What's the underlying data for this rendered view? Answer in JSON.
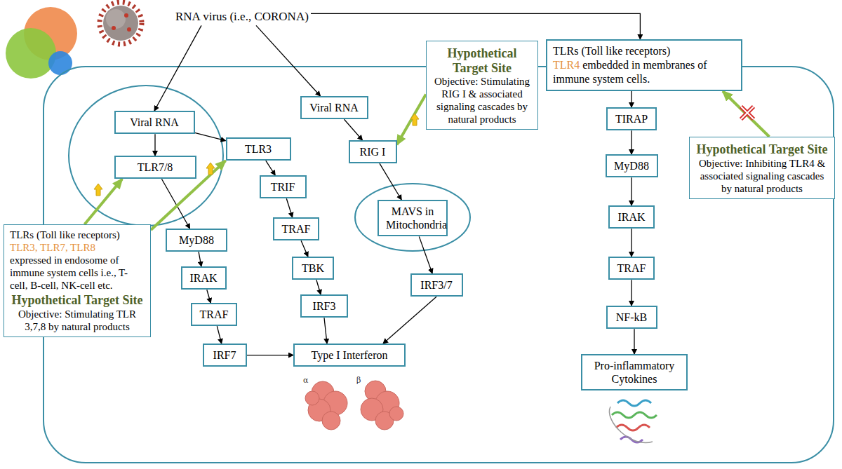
{
  "diagram": {
    "nodes": [
      {
        "text": [
          "RNA virus (i.e., CORONA)"
        ]
      },
      {
        "text": [
          "Viral RNA"
        ]
      },
      {
        "text": [
          "TLR7/8"
        ]
      },
      {
        "text": [
          "TLR3"
        ]
      },
      {
        "text": [
          "MyD88"
        ]
      },
      {
        "text": [
          "IRAK"
        ]
      },
      {
        "text": [
          "TRAF"
        ]
      },
      {
        "text": [
          "IRF7"
        ]
      },
      {
        "text": [
          "TRIF"
        ]
      },
      {
        "text": [
          "TRAF"
        ]
      },
      {
        "text": [
          "TBK"
        ]
      },
      {
        "text": [
          "IRF3"
        ]
      },
      {
        "text": [
          "Type I Interferon"
        ]
      },
      {
        "text": [
          "Viral RNA"
        ]
      },
      {
        "text": [
          "RIG I"
        ]
      },
      {
        "text": [
          "MAVS in Mitochondria"
        ]
      },
      {
        "text": [
          "IRF3/7"
        ]
      },
      {
        "text": [
          "TLRs (Toll like receptors)",
          "TLR4",
          "embedded in membranes of immune system cells."
        ]
      },
      {
        "text": [
          "TIRAP"
        ]
      },
      {
        "text": [
          "MyD88"
        ]
      },
      {
        "text": [
          "IRAK"
        ]
      },
      {
        "text": [
          "TRAF"
        ]
      },
      {
        "text": [
          "NF-kB"
        ]
      },
      {
        "text": [
          "Pro-inflammatory Cytokines"
        ]
      },
      {
        "text": [
          "TLRs (Toll like receptors)",
          "TLR3, TLR7, TLR8",
          "expressed in endosome of immune system cells i.e., T-cell, B-cell, NK-cell etc.",
          "Hypothetical Target Site",
          "Objective: Stimulating TLR 3,7,8 by natural products"
        ]
      },
      {
        "text": [
          "Hypothetical Target Site",
          "Objective: Stimulating RIG I & associated signaling cascades by natural products"
        ]
      },
      {
        "text": [
          "Hypothetical Target Site",
          "Objective: Inhibiting TLR4 & associated signaling cascades by natural products"
        ]
      }
    ],
    "edges": [
      {
        "from": 0,
        "to": 17,
        "arrow": "to"
      },
      {
        "from": 0,
        "to": 1,
        "arrow": "to"
      },
      {
        "from": 0,
        "to": 13,
        "arrow": "to"
      },
      {
        "from": 1,
        "to": 2,
        "arrow": "to"
      },
      {
        "from": 1,
        "to": 3,
        "arrow": "to"
      },
      {
        "from": 2,
        "to": 4,
        "arrow": "to"
      },
      {
        "from": 4,
        "to": 5,
        "arrow": "to"
      },
      {
        "from": 5,
        "to": 6,
        "arrow": "to"
      },
      {
        "from": 6,
        "to": 7,
        "arrow": "to"
      },
      {
        "from": 7,
        "to": 12,
        "arrow": "to"
      },
      {
        "from": 3,
        "to": 8,
        "arrow": "to"
      },
      {
        "from": 8,
        "to": 9,
        "arrow": "to"
      },
      {
        "from": 9,
        "to": 10,
        "arrow": "to"
      },
      {
        "from": 10,
        "to": 11,
        "arrow": "to"
      },
      {
        "from": 11,
        "to": 12,
        "arrow": "to"
      },
      {
        "from": 13,
        "to": 14,
        "arrow": "to"
      },
      {
        "from": 14,
        "to": 15,
        "arrow": "to"
      },
      {
        "from": 15,
        "to": 16,
        "arrow": "to"
      },
      {
        "from": 16,
        "to": 12,
        "arrow": "to"
      },
      {
        "from": 17,
        "to": 18,
        "arrow": "to"
      },
      {
        "from": 18,
        "to": 19,
        "arrow": "to"
      },
      {
        "from": 19,
        "to": 20,
        "arrow": "to"
      },
      {
        "from": 20,
        "to": 21,
        "arrow": "to"
      },
      {
        "from": 21,
        "to": 22,
        "arrow": "to"
      },
      {
        "from": 22,
        "to": 23,
        "arrow": "to"
      },
      {
        "from": 24,
        "to": 2,
        "arrow": "to"
      },
      {
        "from": 24,
        "to": 3,
        "arrow": "to"
      },
      {
        "from": 25,
        "to": 14,
        "arrow": "to"
      },
      {
        "from": 26,
        "to": 17,
        "arrow": "to"
      }
    ],
    "labels": [
      "α",
      "β"
    ]
  }
}
